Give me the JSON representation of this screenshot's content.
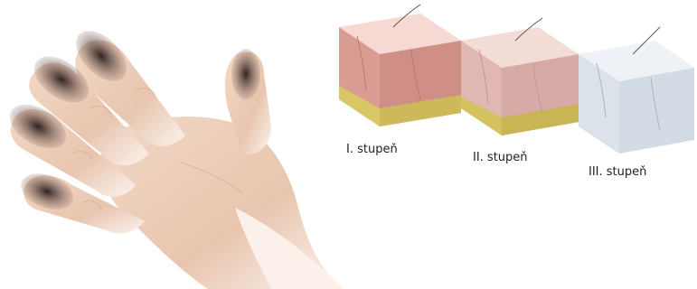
{
  "labels": {
    "degree_1": "I. stupeň",
    "degree_2": "II. stupeň",
    "degree_3": "III. stupeň"
  },
  "colors": {
    "skin": "#eac8b4",
    "frostbite_dark": "#3a2a28",
    "fat_layer": "#d6c46a",
    "pale_tissue": "#dfe6ee"
  }
}
